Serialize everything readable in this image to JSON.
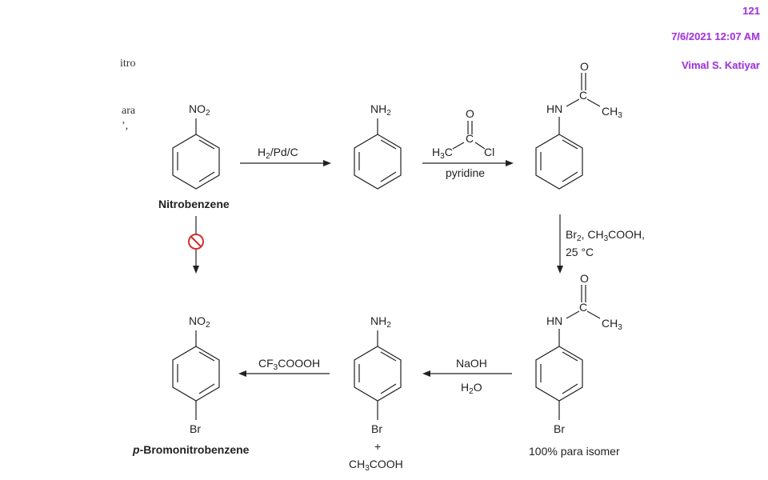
{
  "header": {
    "page_number": "121",
    "datetime": "7/6/2021 12:07 AM",
    "author": "Vimal S. Katiyar"
  },
  "left_margin_fragments": [
    "itro",
    "ara",
    "’,"
  ],
  "molecules": {
    "nitrobenzene": {
      "group": "NO",
      "group_sub": "2",
      "name": "Nitrobenzene"
    },
    "aniline": {
      "group": "NH",
      "group_sub": "2"
    },
    "acetyl_chloride": {
      "o": "O",
      "c": "C",
      "h3c": "H",
      "h3c_sub": "3",
      "h3c_tail": "C",
      "cl": "Cl"
    },
    "acetanilide": {
      "o": "O",
      "c": "C",
      "hn": "HN",
      "ch3": "CH",
      "ch3_sub": "3"
    },
    "p_bromoacetanilide": {
      "o": "O",
      "c": "C",
      "hn": "HN",
      "ch3": "CH",
      "ch3_sub": "3",
      "br": "Br",
      "caption": "100% para isomer"
    },
    "p_bromoaniline": {
      "group": "NH",
      "group_sub": "2",
      "br": "Br",
      "plus": "+",
      "byproduct": "CH",
      "byproduct_sub": "3",
      "byproduct_tail": "COOH"
    },
    "p_bromonitrobenzene": {
      "group": "NO",
      "group_sub": "2",
      "br": "Br",
      "name_prefix": "p",
      "name_rest": "-Bromonitrobenzene"
    }
  },
  "reagents": {
    "step1": {
      "a": "H",
      "a_sub": "2",
      "b": "/Pd/C"
    },
    "step2": {
      "below": "pyridine"
    },
    "step3": {
      "a": "Br",
      "a_sub": "2",
      "b": ", CH",
      "b_sub": "3",
      "c": "COOH,",
      "line2": "25 °C"
    },
    "step4": {
      "above": "NaOH",
      "below_a": "H",
      "below_sub": "2",
      "below_b": "O"
    },
    "step5": {
      "a": "CF",
      "a_sub": "3",
      "b": "COOOH"
    }
  },
  "colors": {
    "header": "#a23bd9",
    "blocked": "#d32f2f"
  },
  "icons": {
    "blocked_route": "prohibited-icon"
  }
}
